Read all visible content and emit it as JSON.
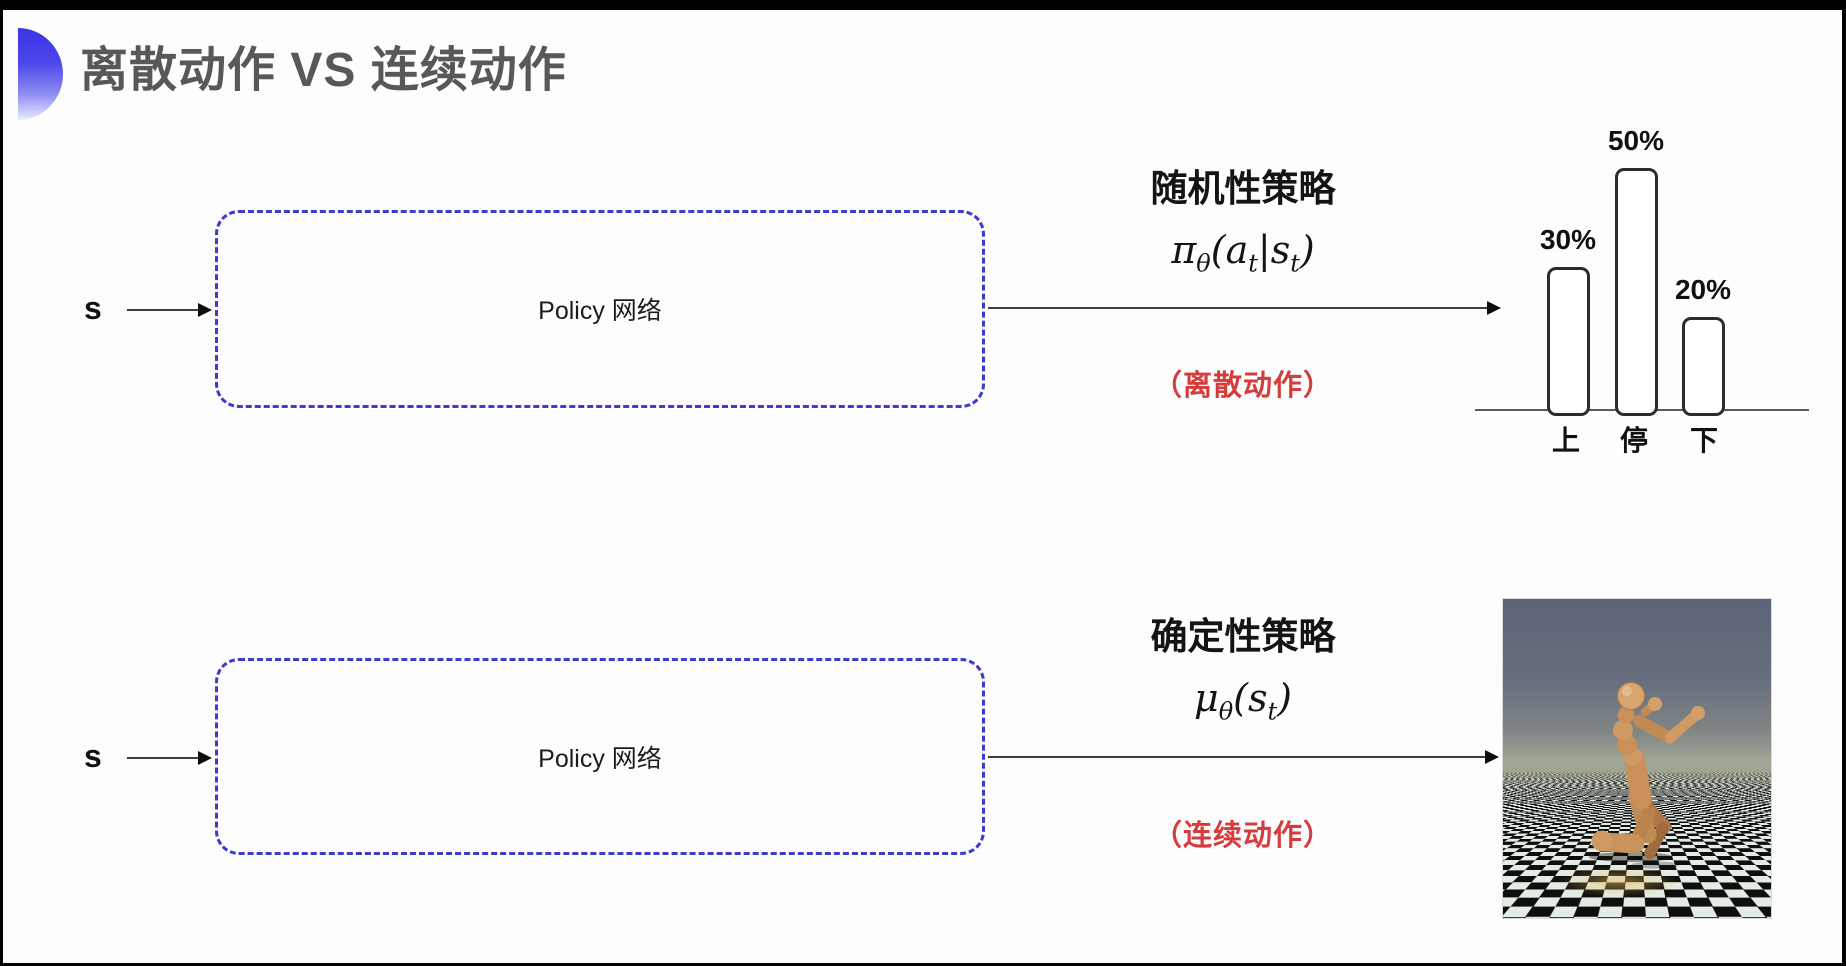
{
  "slide": {
    "title": "离散动作 VS 连续动作"
  },
  "rows": [
    {
      "input_label": "s",
      "box_label": "Policy 网络",
      "policy_name": "随机性策略",
      "formula": {
        "p0": "π",
        "s0": "θ",
        "p1": "(a",
        "s1": "t",
        "p2": "|s",
        "s2": "t",
        "p3": ")"
      },
      "action_note": "（离散动作）"
    },
    {
      "input_label": "s",
      "box_label": "Policy 网络",
      "policy_name": "确定性策略",
      "formula": {
        "p0": "μ",
        "s0": "θ",
        "p1": "(s",
        "s1": "t",
        "p2": ")"
      },
      "action_note": "（连续动作）"
    }
  ],
  "chart_data": {
    "type": "bar",
    "categories": [
      "上",
      "停",
      "下"
    ],
    "values": [
      30,
      50,
      20
    ],
    "value_labels": [
      "30%",
      "50%",
      "20%"
    ],
    "unit": "%",
    "ylim": [
      0,
      50
    ],
    "grid": false,
    "legend": false,
    "bar_fill": "#ffffff",
    "bar_outline": "#2b2b2b",
    "description": "Action probability distribution output by the stochastic policy"
  },
  "robot_figure": {
    "description": "MuJoCo humanoid robot running on a black-and-white checkered floor",
    "sky_color": "#5d6478",
    "floor_light": "#e3ece4",
    "floor_dark": "#0e0e0e",
    "robot_color": "#cf9a64"
  },
  "colors": {
    "accent_blue": "#3c3ccf",
    "highlight_red": "#d63c3c",
    "title_gray": "#58585a"
  }
}
